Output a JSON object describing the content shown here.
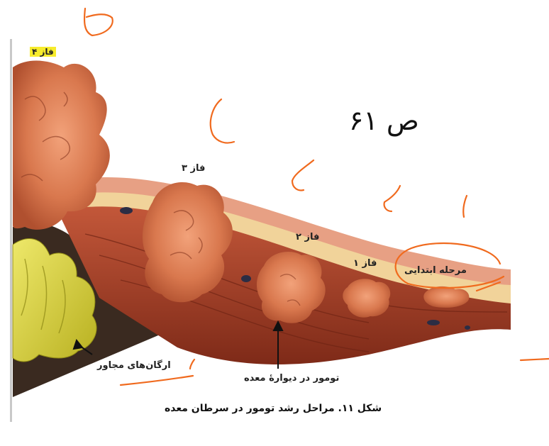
{
  "diagram": {
    "page_reference": "ص ۶۱",
    "phases": {
      "phase4": "فاز ۴",
      "phase3": "فاز ۳",
      "phase2": "فاز ۲",
      "phase1": "فاز ۱"
    },
    "initial_stage": "مرحله ابتدایی",
    "adjacent_organs": "ارگان‌های مجاور",
    "tumor_in_wall": "تومور در دیوارهٔ معده",
    "caption": "شکل ۱۱. مراحل رشد تومور در سرطان معده"
  },
  "colors": {
    "annotation_ink": "#f06a1e",
    "tumor": "#d9784e",
    "stomach_wall_muscle": "#9e3a22",
    "fat_layer": "#f1d39a",
    "adjacent_organ": "#d8d23a",
    "phase4_highlight": "#f7ec2c"
  }
}
